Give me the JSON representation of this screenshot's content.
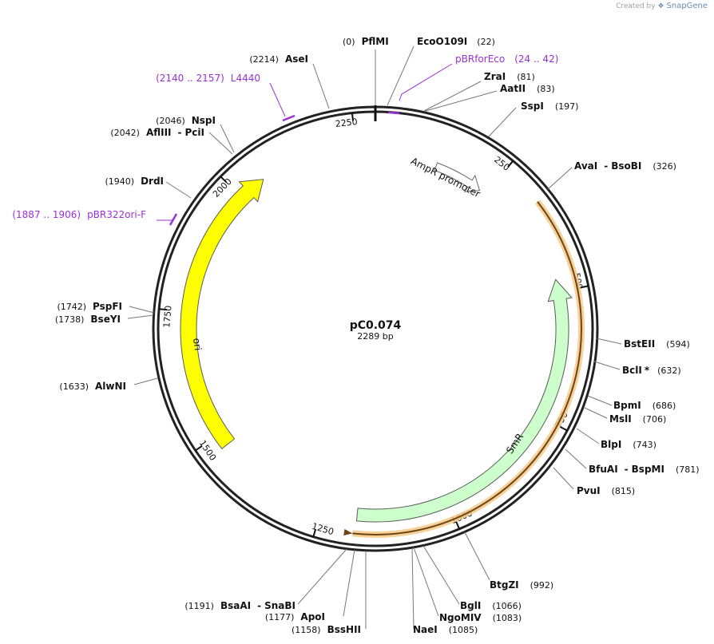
{
  "credit": {
    "created_by": "Created by",
    "brand": "SnapGene"
  },
  "plasmid": {
    "name": "pC0.074",
    "length_label": "2289 bp",
    "length": 2289
  },
  "ticks": [
    "250",
    "500",
    "750",
    "1000",
    "1250",
    "1500",
    "1750",
    "2000",
    "2250"
  ],
  "features": [
    {
      "label": "AmpR promoter",
      "color": "#ffffff"
    },
    {
      "label": "SmR",
      "color": "#ccffcc"
    },
    {
      "label": "ori",
      "color": "#ffff00"
    }
  ],
  "sites": [
    {
      "pos": "(0)",
      "name": "PflMI"
    },
    {
      "name": "EcoO109I",
      "pos": "(22)"
    },
    {
      "name": "ZraI",
      "pos": "(81)"
    },
    {
      "name": "AatII",
      "pos": "(83)"
    },
    {
      "name": "SspI",
      "pos": "(197)"
    },
    {
      "name": "AvaI",
      "sep": "-",
      "name2": "BsoBI",
      "pos": "(326)"
    },
    {
      "name": "BstEII",
      "pos": "(594)"
    },
    {
      "name": "BclI",
      "mark": "*",
      "pos": "(632)"
    },
    {
      "name": "BpmI",
      "pos": "(686)"
    },
    {
      "name": "MslI",
      "pos": "(706)"
    },
    {
      "name": "BlpI",
      "pos": "(743)"
    },
    {
      "name": "BfuAI",
      "sep": "-",
      "name2": "BspMI",
      "pos": "(781)"
    },
    {
      "name": "PvuI",
      "pos": "(815)"
    },
    {
      "name": "BtgZI",
      "pos": "(992)"
    },
    {
      "name": "BglI",
      "pos": "(1066)"
    },
    {
      "name": "NgoMIV",
      "pos": "(1083)"
    },
    {
      "name": "NaeI",
      "pos": "(1085)"
    },
    {
      "pos": "(1158)",
      "name": "BssHII"
    },
    {
      "pos": "(1177)",
      "name": "ApoI"
    },
    {
      "pos": "(1191)",
      "name": "BsaAI",
      "sep": "-",
      "name2": "SnaBI"
    },
    {
      "pos": "(1633)",
      "name": "AlwNI"
    },
    {
      "pos": "(1738)",
      "name": "BseYI"
    },
    {
      "pos": "(1742)",
      "name": "PspFI"
    },
    {
      "pos": "(1940)",
      "name": "DrdI"
    },
    {
      "pos": "(2042)",
      "name": "AflIII",
      "sep": "-",
      "name2": "PciI"
    },
    {
      "pos": "(2046)",
      "name": "NspI"
    },
    {
      "pos": "(2214)",
      "name": "AseI"
    }
  ],
  "primers": [
    {
      "name": "pBRforEco",
      "range": "(24 .. 42)"
    },
    {
      "range": "(2140 .. 2157)",
      "name": "L4440"
    },
    {
      "range": "(1887 .. 1906)",
      "name": "pBR322ori-F"
    }
  ]
}
